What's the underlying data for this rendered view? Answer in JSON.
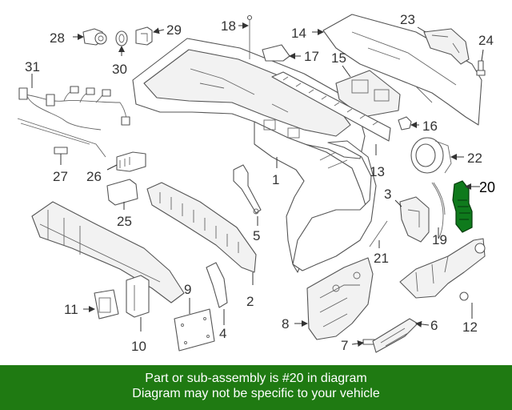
{
  "callouts": {
    "c1": "1",
    "c2": "2",
    "c3": "3",
    "c4": "4",
    "c5": "5",
    "c6": "6",
    "c7": "7",
    "c8": "8",
    "c9": "9",
    "c10": "10",
    "c11": "11",
    "c12": "12",
    "c13": "13",
    "c14": "14",
    "c15": "15",
    "c16": "16",
    "c17": "17",
    "c18": "18",
    "c19": "19",
    "c20": "20",
    "c21": "21",
    "c22": "22",
    "c23": "23",
    "c24": "24",
    "c25": "25",
    "c26": "26",
    "c27": "27",
    "c28": "28",
    "c29": "29",
    "c30": "30",
    "c31": "31"
  },
  "highlighted_part": "20",
  "colors": {
    "banner_bg": "#1f7a12",
    "highlight": "#0f7a1c",
    "banner_text": "#ffffff"
  },
  "banner": {
    "line1": "Part or sub-assembly is #20 in diagram",
    "line2": "Diagram may not be specific to your vehicle"
  }
}
